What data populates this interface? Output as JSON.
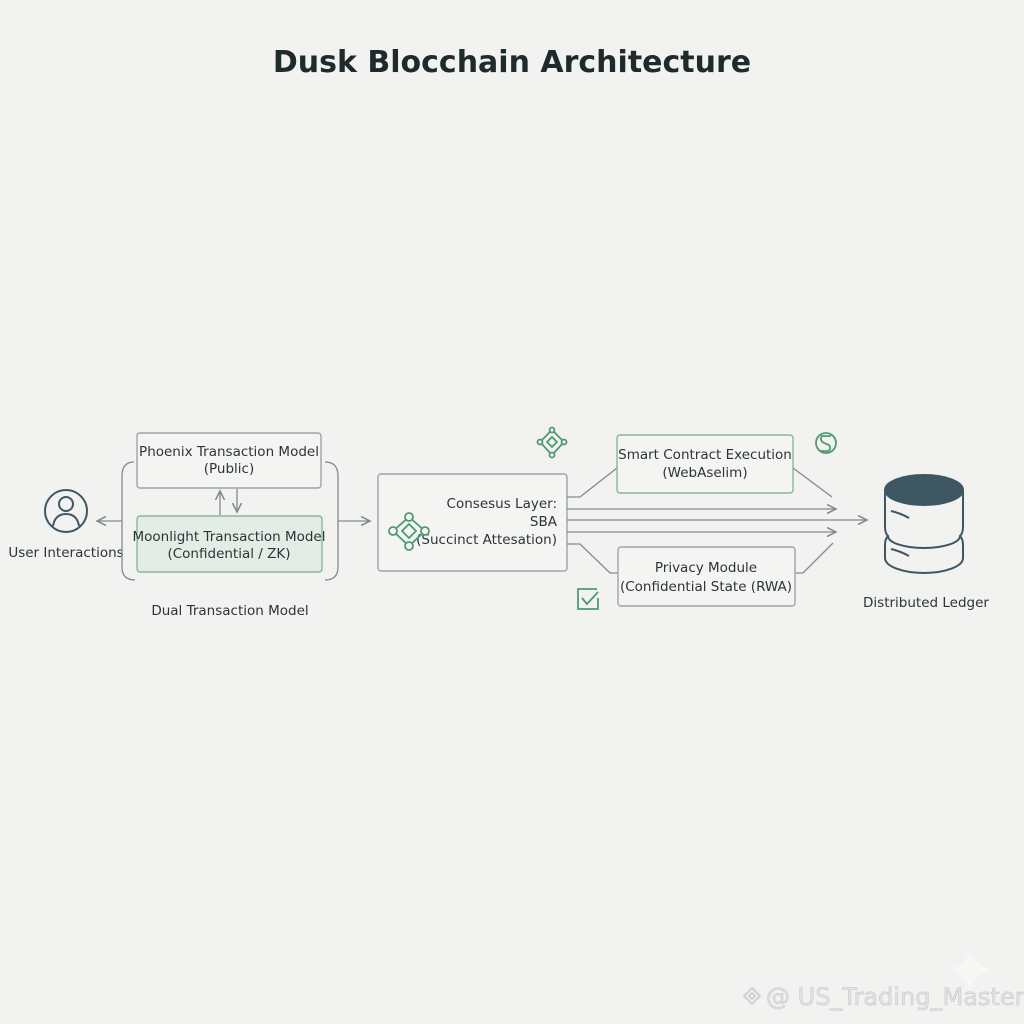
{
  "title": "Dusk Blocchain Architecture",
  "user": {
    "label": "User Interactions",
    "icon": "user-icon"
  },
  "dual_model": {
    "label": "Dual Transaction Model",
    "phoenix": {
      "line1": "Phoenix Transaction Model",
      "line2": "(Public)"
    },
    "moonlight": {
      "line1": "Moonlight Transaction Model",
      "line2": "(Confidential / ZK)"
    }
  },
  "consensus": {
    "line1": "Consesus Layer:",
    "line2": "SBA",
    "line3": "(Succinct Attesation)",
    "icon": "network-node-icon"
  },
  "smart_contract": {
    "line1": "Smart Contract Execution",
    "line2": "(WebAselim)"
  },
  "privacy": {
    "line1": "Privacy Module",
    "line2": "(Confidential State (RWA)"
  },
  "ledger": {
    "label": "Distributed Ledger",
    "icon": "database-icon"
  },
  "watermark": "@ US_Trading_Master",
  "colors": {
    "accent": "#4f9a72",
    "moonlight_fill": "#e3ede6",
    "database": "#3f5762",
    "background": "#f2f2f1"
  }
}
